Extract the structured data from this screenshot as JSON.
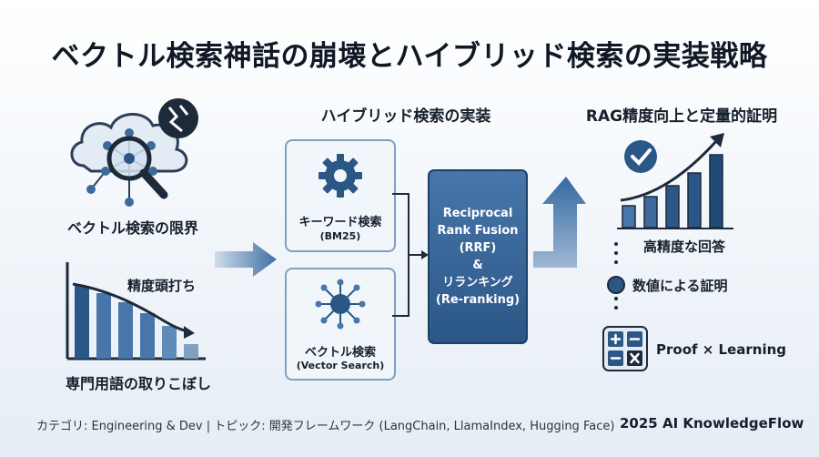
{
  "title": "ベクトル検索神話の崩壊とハイブリッド検索の実装戦略",
  "left": {
    "limit_label": "ベクトル検索の限界",
    "plateau_label": "精度頭打ち",
    "jargon_label": "専門用語の取りこぼし"
  },
  "center": {
    "title": "ハイブリッド検索の実装",
    "keyword_box": {
      "line1": "キーワード検索",
      "line2": "(BM25)"
    },
    "vector_box": {
      "line1": "ベクトル検索",
      "line2": "(Vector Search)"
    },
    "rrf_box": {
      "lines": [
        "Reciprocal",
        "Rank Fusion",
        "(RRF)",
        "&",
        "リランキング",
        "(Re-ranking)"
      ]
    }
  },
  "right": {
    "title": "RAG精度向上と定量的証明",
    "items": [
      "高精度な回答",
      "数値による証明",
      "Proof × Learning"
    ]
  },
  "footer": {
    "left": "カテゴリ: Engineering & Dev | トピック: 開発フレームワーク (LangChain, LlamaIndex, Hugging Face)",
    "right": "2025 AI KnowledgeFlow"
  },
  "colors": {
    "dark_blue": "#2b5787",
    "mid_blue": "#4876aa",
    "light_blue": "#7fa0c0",
    "dark": "#1d2a3a"
  }
}
